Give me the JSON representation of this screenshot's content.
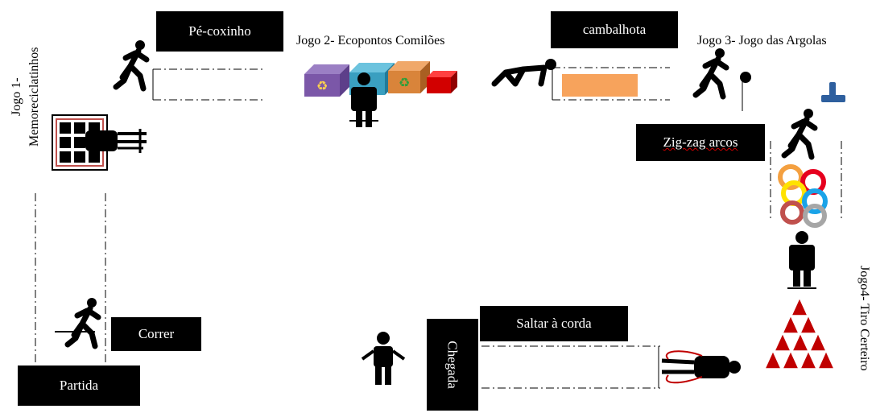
{
  "boxes": {
    "pe_coxinho": "Pé-coxinho",
    "cambalhota": "cambalhota",
    "zig_zag": "Zig-zag arcos",
    "correr": "Correr",
    "partida": "Partida",
    "saltar_corda": "Saltar à corda",
    "chegada": "Chegada"
  },
  "captions": {
    "jogo1_line1": "Jogo 1-",
    "jogo1_line2": "Memoreciclatinhos",
    "jogo2": "Jogo 2- Ecopontos Comilões",
    "jogo3": "Jogo 3- Jogo das Argolas",
    "jogo4": "Jogo4- Tiro Certeiro"
  },
  "colors": {
    "box_bg": "#000000",
    "box_text": "#ffffff",
    "ecoponto_purple": "#7b57a8",
    "ecoponto_blue": "#3a9fc0",
    "ecoponto_orange": "#d9843a",
    "ecoponto_red": "#d20000",
    "mat_orange": "#f7a35c",
    "ring_colors": [
      "#f4a040",
      "#e6001e",
      "#ffe200",
      "#1aa3e8",
      "#c0504d",
      "#a6a6a6"
    ],
    "cone_red": "#c00000",
    "argola_blue": "#2e5f9e"
  }
}
